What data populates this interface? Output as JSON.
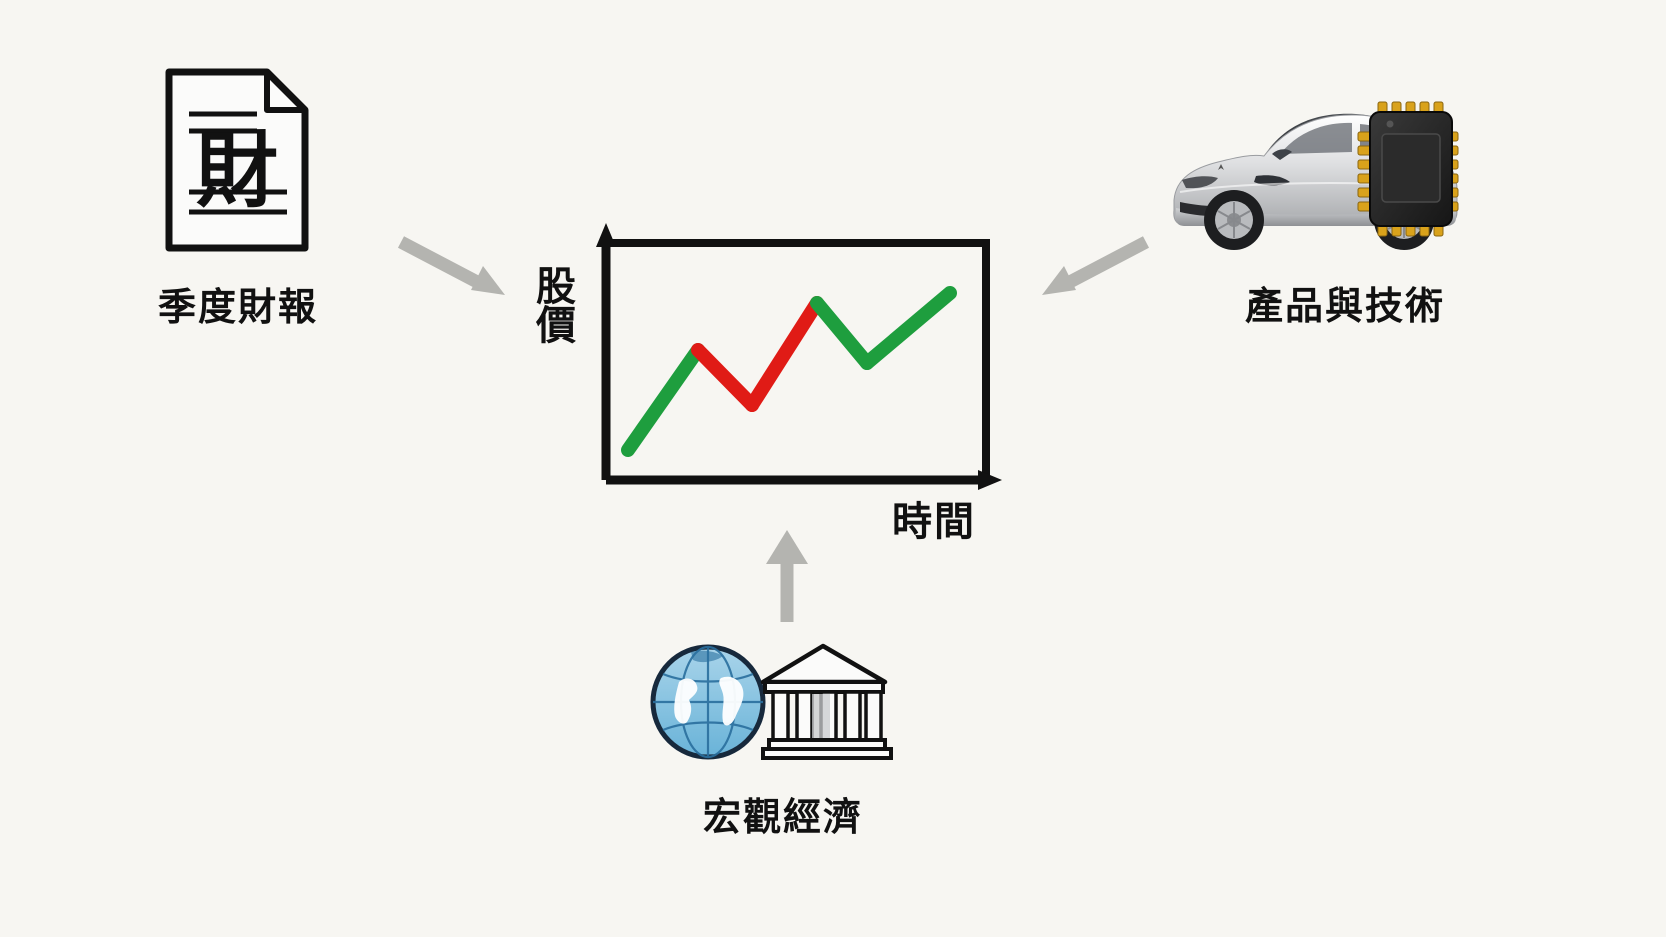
{
  "diagram": {
    "background_color": "#f7f6f2",
    "title": "",
    "nodes": {
      "quarterly_report": {
        "label": "季度財報",
        "icon": "document-with-chinese-character",
        "glyph": "財"
      },
      "product_technology": {
        "label": "產品與技術",
        "icon": "tesla-car-and-microchip"
      },
      "macro_economy": {
        "label": "宏觀經濟",
        "icon": "globe-and-bank-building"
      },
      "stock_chart": {
        "y_axis_label": "股價",
        "x_axis_label": "時間",
        "axis_color": "#111111",
        "up_color": "#1e9e3e",
        "down_color": "#e01b16"
      }
    },
    "arrows": [
      {
        "name": "report-to-chart",
        "direction": "down-right",
        "color": "#b4b4b0"
      },
      {
        "name": "technology-to-chart",
        "direction": "down-left",
        "color": "#b4b4b0"
      },
      {
        "name": "macro-to-chart",
        "direction": "up",
        "color": "#b4b4b0"
      }
    ]
  },
  "chart_data": {
    "type": "line",
    "title": "",
    "xlabel": "時間",
    "ylabel": "股價",
    "grid": false,
    "legend": false,
    "xlim": [
      0,
      10
    ],
    "ylim": [
      0,
      10
    ],
    "x": [
      0.6,
      2.8,
      4.5,
      6.5,
      7.8,
      9.6
    ],
    "y": [
      2.2,
      5.4,
      3.6,
      7.2,
      5.0,
      7.6
    ],
    "segments": [
      {
        "from_index": 0,
        "to_index": 1,
        "color": "#1e9e3e",
        "trend": "up"
      },
      {
        "from_index": 1,
        "to_index": 2,
        "color": "#e01b16",
        "trend": "down"
      },
      {
        "from_index": 2,
        "to_index": 3,
        "color": "#e01b16",
        "trend": "up"
      },
      {
        "from_index": 3,
        "to_index": 4,
        "color": "#1e9e3e",
        "trend": "down"
      },
      {
        "from_index": 4,
        "to_index": 5,
        "color": "#1e9e3e",
        "trend": "up"
      }
    ]
  }
}
